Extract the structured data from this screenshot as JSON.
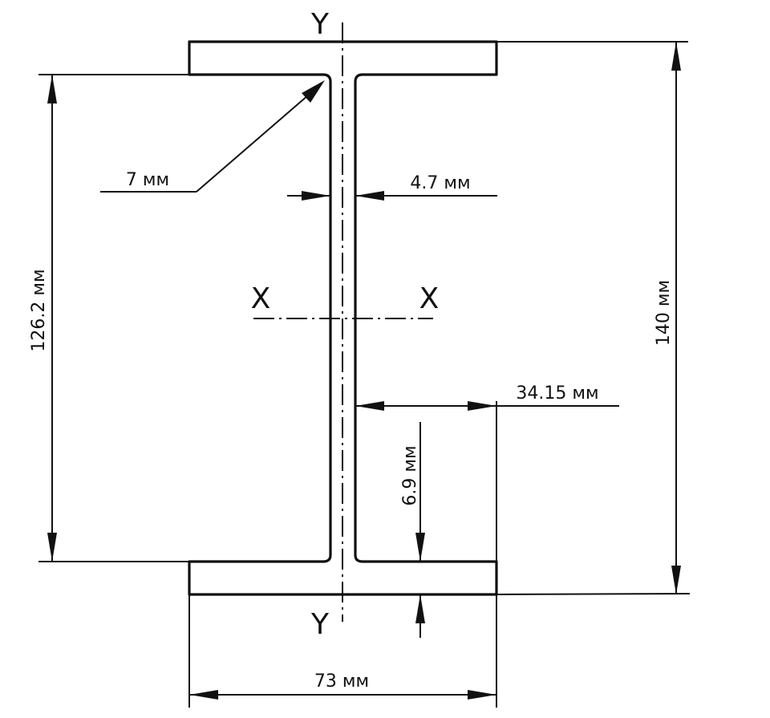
{
  "axes": {
    "y_top": "Y",
    "y_bottom": "Y",
    "x_left": "X",
    "x_right": "X"
  },
  "dimensions": {
    "fillet_radius": "7 мм",
    "web_thickness": "4.7 мм",
    "inner_height": "126.2 мм",
    "total_height": "140 мм",
    "half_flange": "34.15 мм",
    "flange_thickness": "6.9 мм",
    "flange_width": "73 мм"
  }
}
